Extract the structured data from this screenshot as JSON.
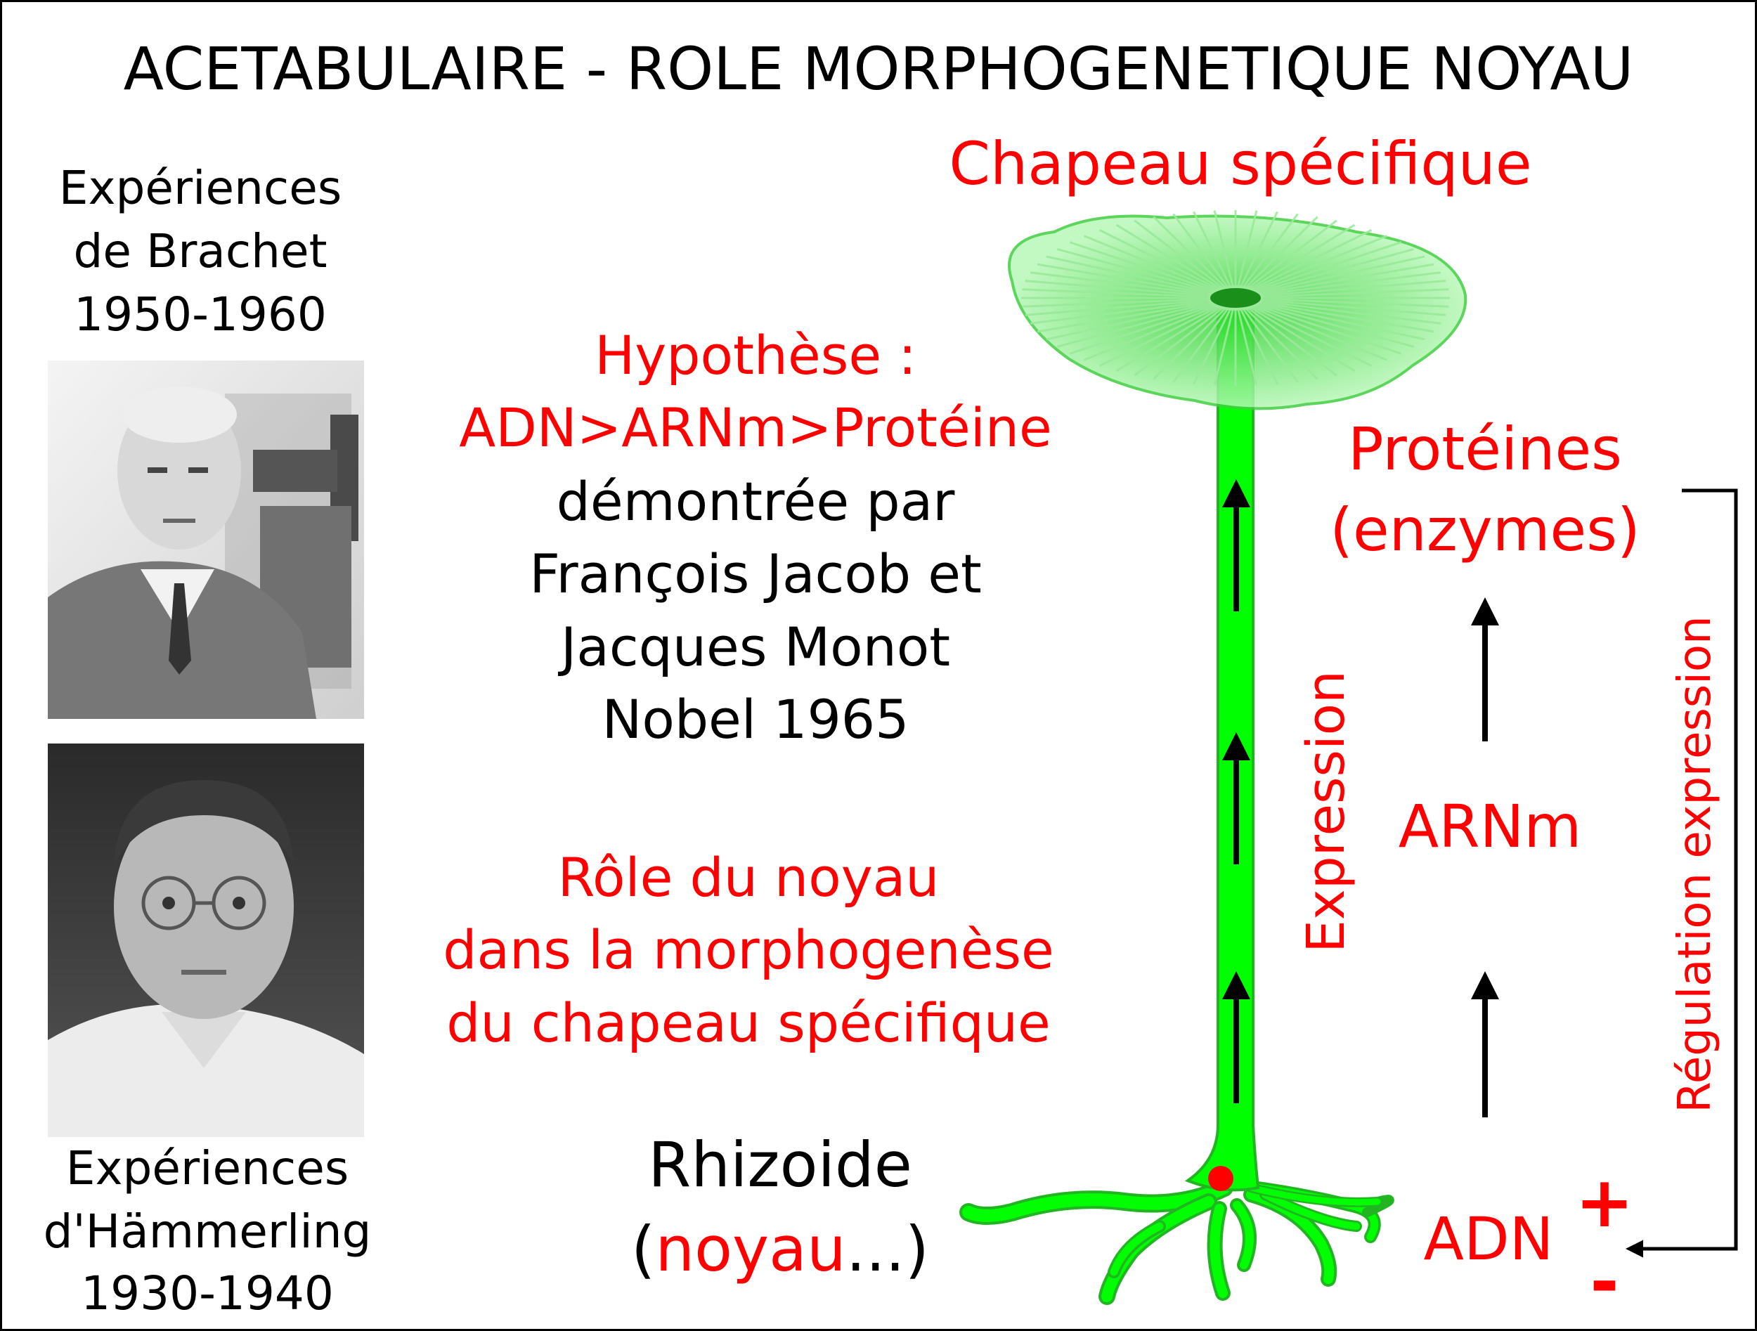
{
  "title": "ACETABULAIRE - ROLE MORPHOGENETIQUE NOYAU",
  "left": {
    "brachet": [
      "Expériences",
      "de Brachet",
      "1950-1960"
    ],
    "hammerling": [
      "Expériences",
      "d'Hämmerling",
      "1930-1940"
    ]
  },
  "center": {
    "hypothesis": [
      "Hypothèse :",
      "ADN>ARNm>Protéine"
    ],
    "demonstrated": [
      "démontrée par",
      "François Jacob et",
      "Jacques Monot",
      "Nobel 1965"
    ],
    "role": [
      "Rôle du noyau",
      "dans la morphogenèse",
      "du chapeau spécifique"
    ],
    "rhizoid": "Rhizoide",
    "nucleus_open": "(",
    "nucleus": "noyau",
    "nucleus_close": "...)"
  },
  "diagram": {
    "cap_label": "Chapeau spécifique",
    "expression": "Expression",
    "proteins": [
      "Protéines",
      "(enzymes)"
    ],
    "mrna": "ARNm",
    "dna": "ADN",
    "plus": "+",
    "minus": "-",
    "regulation": "Régulation expression"
  },
  "colors": {
    "red": "#ff0000",
    "black": "#000000",
    "green": "#00ff00",
    "green_dark": "#22b522",
    "cap_fill": "#7ff27f"
  }
}
